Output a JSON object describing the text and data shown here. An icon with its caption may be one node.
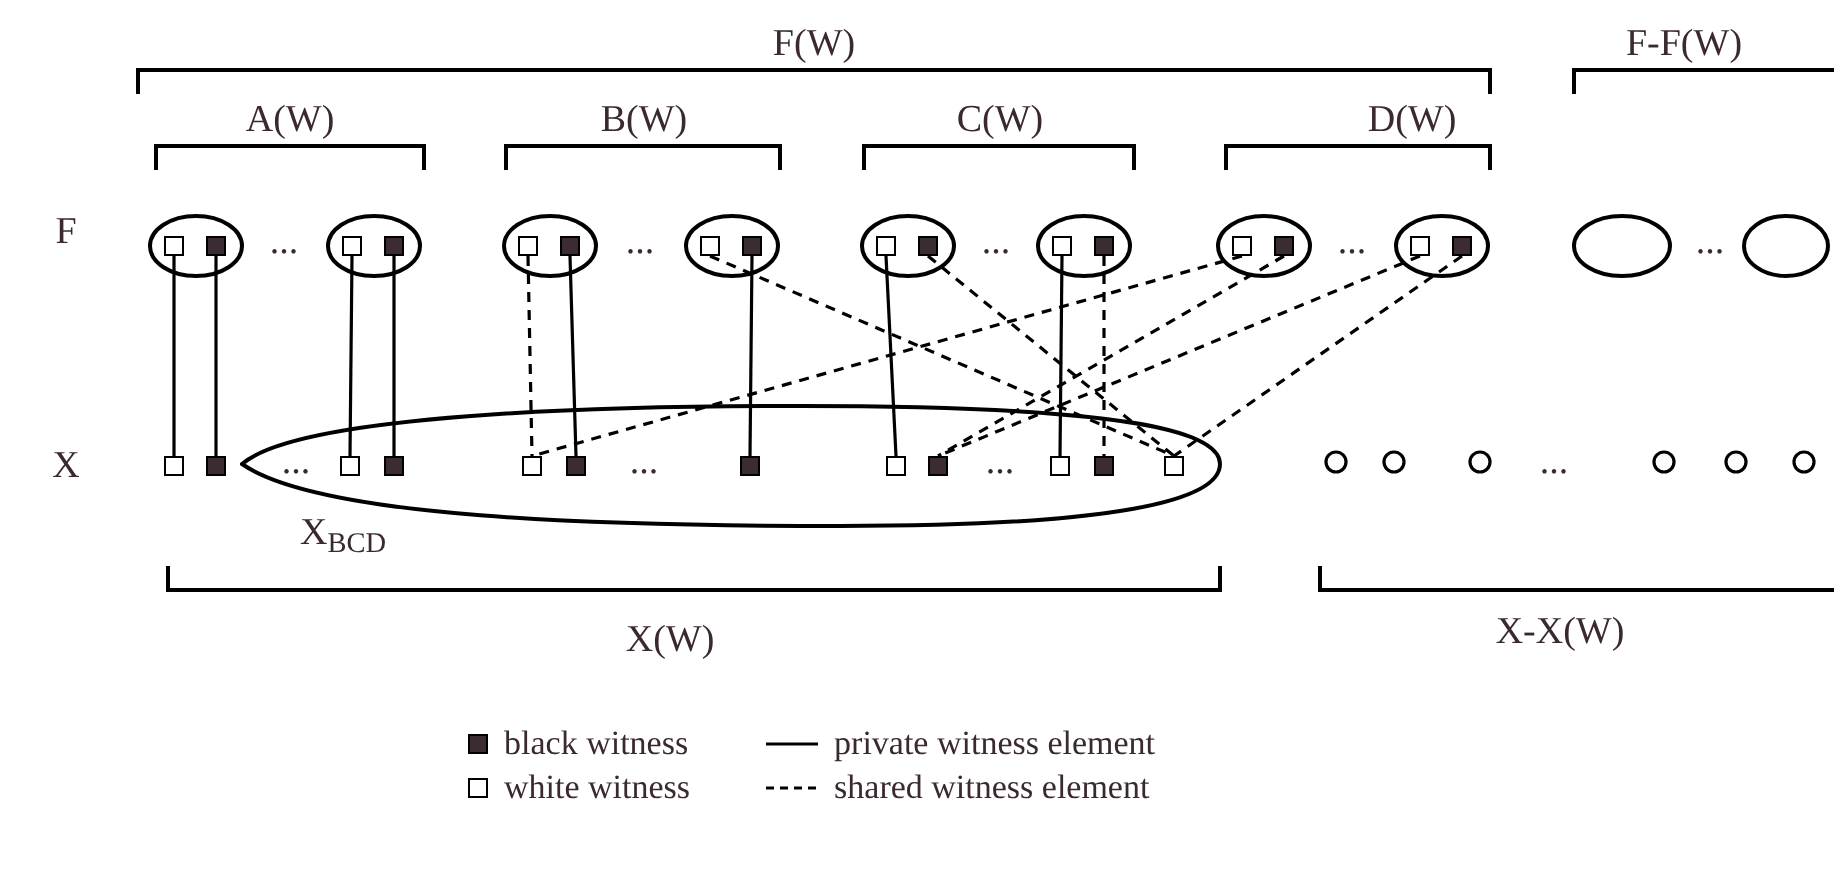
{
  "diagram": {
    "nodes": [
      {
        "text": [],
        "shape": "ellipse"
      },
      {
        "text": [],
        "shape": "box",
        "in": 0
      },
      {
        "text": [],
        "shape": "box",
        "in": 0
      },
      {
        "text": [],
        "shape": "ellipse"
      },
      {
        "text": [],
        "shape": "box",
        "in": 3
      },
      {
        "text": [],
        "shape": "box",
        "in": 3
      },
      {
        "text": [],
        "shape": "ellipse"
      },
      {
        "text": [],
        "shape": "box",
        "in": 6
      },
      {
        "text": [],
        "shape": "box",
        "in": 6
      },
      {
        "text": [],
        "shape": "ellipse"
      },
      {
        "text": [],
        "shape": "box",
        "in": 9
      },
      {
        "text": [],
        "shape": "box",
        "in": 9
      },
      {
        "text": [],
        "shape": "ellipse"
      },
      {
        "text": [],
        "shape": "box",
        "in": 12
      },
      {
        "text": [],
        "shape": "box",
        "in": 12
      },
      {
        "text": [],
        "shape": "ellipse"
      },
      {
        "text": [],
        "shape": "box",
        "in": 15
      },
      {
        "text": [],
        "shape": "box",
        "in": 15
      },
      {
        "text": [],
        "shape": "ellipse"
      },
      {
        "text": [],
        "shape": "box",
        "in": 18
      },
      {
        "text": [],
        "shape": "box",
        "in": 18
      },
      {
        "text": [],
        "shape": "ellipse"
      },
      {
        "text": [],
        "shape": "box",
        "in": 21
      },
      {
        "text": [],
        "shape": "box",
        "in": 21
      },
      {
        "text": [],
        "shape": "ellipse"
      },
      {
        "text": [],
        "shape": "ellipse"
      },
      {
        "text": [],
        "shape": "box"
      },
      {
        "text": [],
        "shape": "box"
      },
      {
        "text": [
          "X$_{BCD}$"
        ]
      },
      {
        "text": [],
        "shape": "box",
        "in": 28
      },
      {
        "text": [],
        "shape": "box",
        "in": 28
      },
      {
        "text": [],
        "shape": "box",
        "in": 28
      },
      {
        "text": [],
        "shape": "box",
        "in": 28
      },
      {
        "text": [],
        "shape": "box",
        "in": 28
      },
      {
        "text": [],
        "shape": "box",
        "in": 28
      },
      {
        "text": [],
        "shape": "box",
        "in": 28
      },
      {
        "text": [],
        "shape": "box",
        "in": 28
      },
      {
        "text": [],
        "shape": "box",
        "in": 28
      },
      {
        "text": [],
        "shape": "box",
        "in": 28
      },
      {
        "text": [],
        "shape": "circle"
      },
      {
        "text": [],
        "shape": "circle"
      },
      {
        "text": [],
        "shape": "circle"
      },
      {
        "text": [],
        "shape": "circle"
      },
      {
        "text": [],
        "shape": "circle"
      },
      {
        "text": [],
        "shape": "circle"
      }
    ],
    "edges": [
      {
        "from": 1,
        "to": 26,
        "arrow": "none"
      },
      {
        "from": 2,
        "to": 27,
        "arrow": "none"
      },
      {
        "from": 4,
        "to": 29,
        "arrow": "none"
      },
      {
        "from": 5,
        "to": 30,
        "arrow": "none"
      },
      {
        "from": 7,
        "to": 31,
        "arrow": "none",
        "style": "dashed"
      },
      {
        "from": 8,
        "to": 32,
        "arrow": "none"
      },
      {
        "from": 10,
        "to": 38,
        "arrow": "none",
        "style": "dashed"
      },
      {
        "from": 11,
        "to": 33,
        "arrow": "none"
      },
      {
        "from": 13,
        "to": 34,
        "arrow": "none"
      },
      {
        "from": 14,
        "to": 38,
        "arrow": "none",
        "style": "dashed"
      },
      {
        "from": 16,
        "to": 36,
        "arrow": "none"
      },
      {
        "from": 17,
        "to": 37,
        "arrow": "none",
        "style": "dashed"
      },
      {
        "from": 19,
        "to": 31,
        "arrow": "none",
        "style": "dashed"
      },
      {
        "from": 20,
        "to": 35,
        "arrow": "none",
        "style": "dashed"
      },
      {
        "from": 22,
        "to": 35,
        "arrow": "none",
        "style": "dashed"
      },
      {
        "from": 23,
        "to": 38,
        "arrow": "none",
        "style": "dashed"
      }
    ],
    "labels": [
      "F(W)",
      "F-F(W)",
      "A(W)",
      "B(W)",
      "C(W)",
      "D(W)",
      "F",
      "...",
      "...",
      "...",
      "...",
      "...",
      "X",
      "...",
      "...",
      "...",
      "...",
      "X(W)",
      "X-X(W)"
    ],
    "legend": [
      {
        "text": "black witness",
        "color": "#3b2b33"
      },
      {
        "text": "private witness element"
      },
      {
        "text": "white witness",
        "color": "#ffffff"
      },
      {
        "text": "shared witness element"
      }
    ]
  }
}
